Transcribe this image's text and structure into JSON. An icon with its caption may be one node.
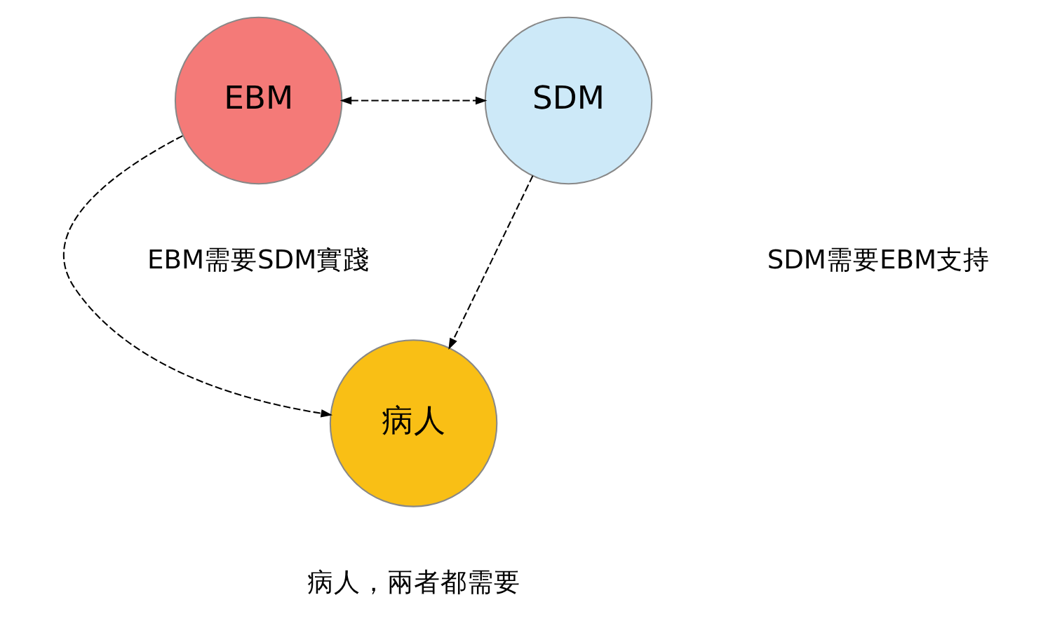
{
  "diagram": {
    "nodes": [
      {
        "text": [
          "EBM"
        ]
      },
      {
        "text": [
          "SDM"
        ]
      },
      {
        "text": [
          "病人"
        ],
        "beside": [
          "病人，兩者都需要"
        ]
      }
    ],
    "edges": [
      {
        "from": 0,
        "to": 1,
        "arrow": "both",
        "style": "dashed"
      },
      {
        "from": 0,
        "to": 2,
        "arrow": "to",
        "style": "dashed"
      },
      {
        "from": 1,
        "to": 2,
        "arrow": "to",
        "style": "dashed"
      }
    ],
    "labels": [
      "EBM需要SDM實踐",
      "SDM需要EBM支持"
    ]
  }
}
